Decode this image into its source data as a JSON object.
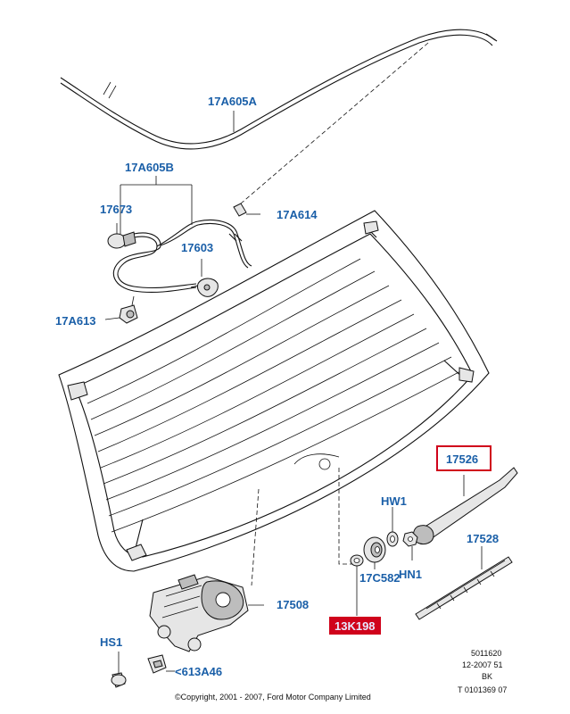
{
  "colors": {
    "label_blue": "#1a5fa8",
    "highlight_red": "#d0021b",
    "highlight_text": "#e8e8ff",
    "line": "#111111"
  },
  "labels": {
    "hose_17A605A": "17A605A",
    "hose_17A605B": "17A605B",
    "check_valve_17673": "17673",
    "connector_17A614": "17A614",
    "jet_17603": "17603",
    "clip_17A613": "17A613",
    "arm_17526": "17526",
    "hw1": "HW1",
    "hn1": "HN1",
    "blade_17528": "17528",
    "motor_17508": "17508",
    "seal_17C582": "17C582",
    "grommet_13K198": "13K198",
    "hs1": "HS1",
    "bracket_613A46": "<613A46"
  },
  "meta": {
    "line1": "5011620",
    "line2": "12-2007 51",
    "line3": "BK",
    "line4": "T 0101369 07"
  },
  "copyright": "©Copyright, 2001 - 2007, Ford Motor Company Limited"
}
